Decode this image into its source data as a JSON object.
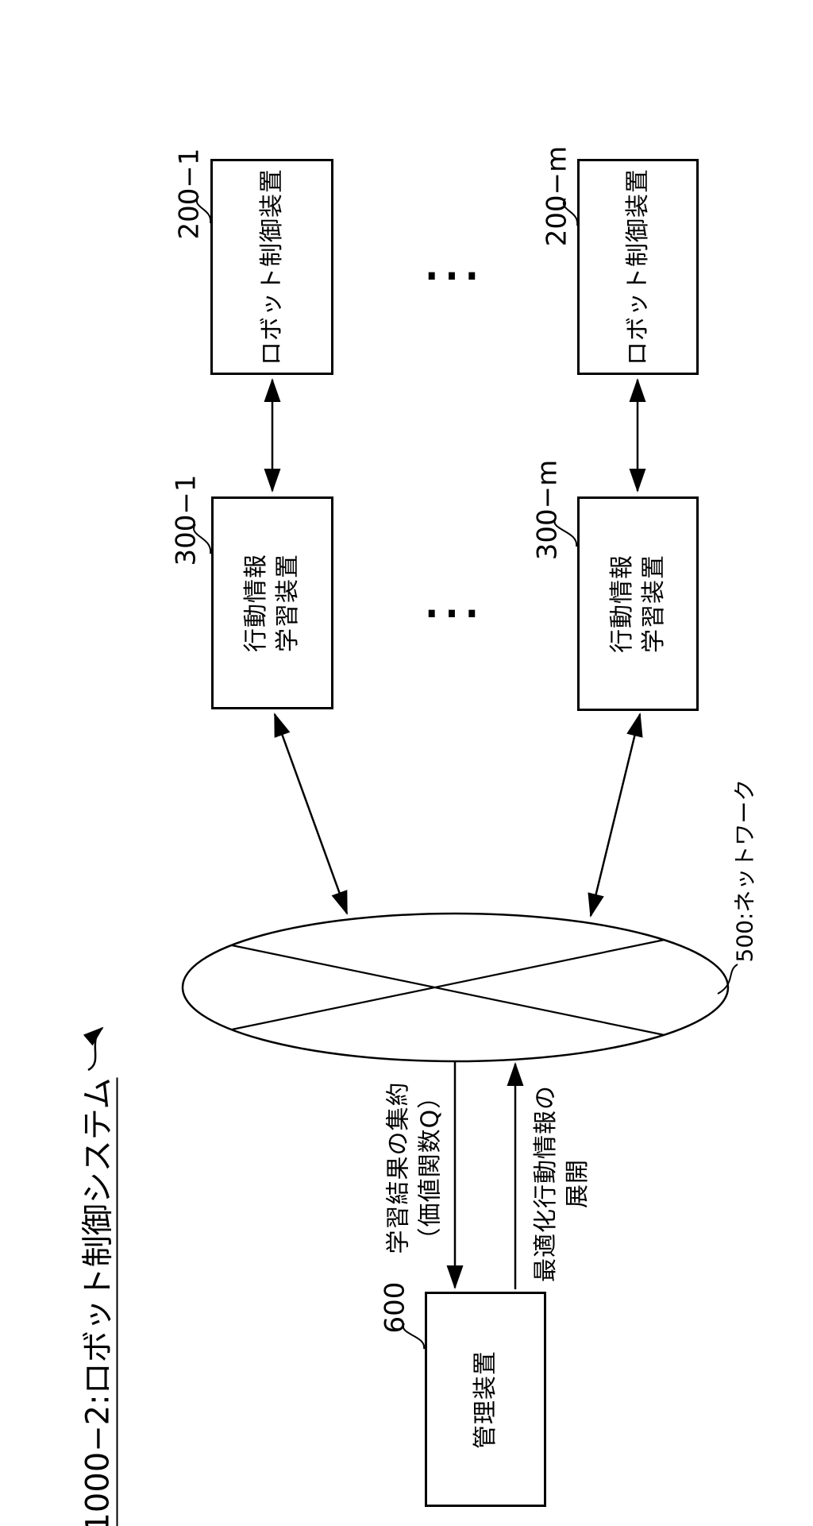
{
  "diagram": {
    "title": "1000−2:ロボット制御システム",
    "boxes": {
      "b200_1": {
        "ref": "200−1",
        "label": "ロボット制御装置"
      },
      "b200_m": {
        "ref": "200−m",
        "label": "ロボット制御装置"
      },
      "b300_1": {
        "ref": "300−1",
        "label_line1": "行動情報",
        "label_line2": "学習装置"
      },
      "b300_m": {
        "ref": "300−m",
        "label_line1": "行動情報",
        "label_line2": "学習装置"
      },
      "b600": {
        "ref": "600",
        "label": "管理装置"
      }
    },
    "network": {
      "ref": "500:ネットワーク"
    },
    "flows": {
      "aggregation": {
        "line1": "学習結果の集約",
        "line2": "（価値関数Q）"
      },
      "deployment": {
        "line1": "最適化行動情報の",
        "line2": "展開"
      }
    },
    "ellipsis": "…"
  }
}
